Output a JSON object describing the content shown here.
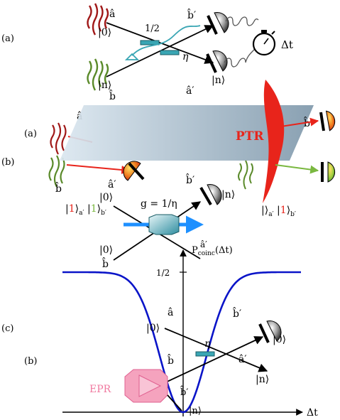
{
  "panel_labels": [
    "(a)",
    "(b)",
    "(c)",
    "(a)",
    "(b)"
  ],
  "panel_a": {
    "in_a": "|0⟩",
    "in_b": "|n⟩",
    "mode_a": "â",
    "mode_b": "b̂",
    "out_a": "â′",
    "out_b": "b̂′",
    "out_state": "|n⟩",
    "split": "1/2",
    "eta": "η",
    "delay": "Δt"
  },
  "overlay": {
    "label": "PTR",
    "mode_a": "â",
    "mode_b": "b̂",
    "out_a": "â′",
    "out_b": "b̂′",
    "state_left": [
      "|1⟩",
      "a′",
      " |1⟩",
      "b′"
    ],
    "state_right": [
      "|",
      "⟩",
      "a′",
      " |1⟩",
      "b′"
    ]
  },
  "panel_b": {
    "in_top": "|0⟩",
    "in_bottom": "|0⟩",
    "mode_b": "b̂",
    "out_a": "â′",
    "out_b": "b̂′",
    "out_state": "|n⟩",
    "gain": "g = 1/η"
  },
  "panel_c": {
    "ylabel": "P_coinc(Δt)",
    "ylabel_parts": [
      "P",
      "coinc",
      "(Δt)"
    ],
    "half_tick": "1/2",
    "xlabel": "Δt",
    "inset": {
      "mode_a": "â",
      "mode_b": "b̂",
      "in_state": "|0⟩",
      "out_state": "|0⟩",
      "out_n": "|n⟩",
      "bottom_n": "|n⟩",
      "out_a": "â′",
      "out_b": "b̂′",
      "mode_bp": "b̂′",
      "eta": "η",
      "source": "EPR"
    }
  },
  "colors": {
    "curve": "#0a14c8",
    "pump": "#1e90ff",
    "beamsplitter": "#3aa6b4",
    "ptr": "#e8241b",
    "epr": "#f07aa0",
    "red_wave": "#a01818",
    "green_wave": "#5a8a2a"
  }
}
